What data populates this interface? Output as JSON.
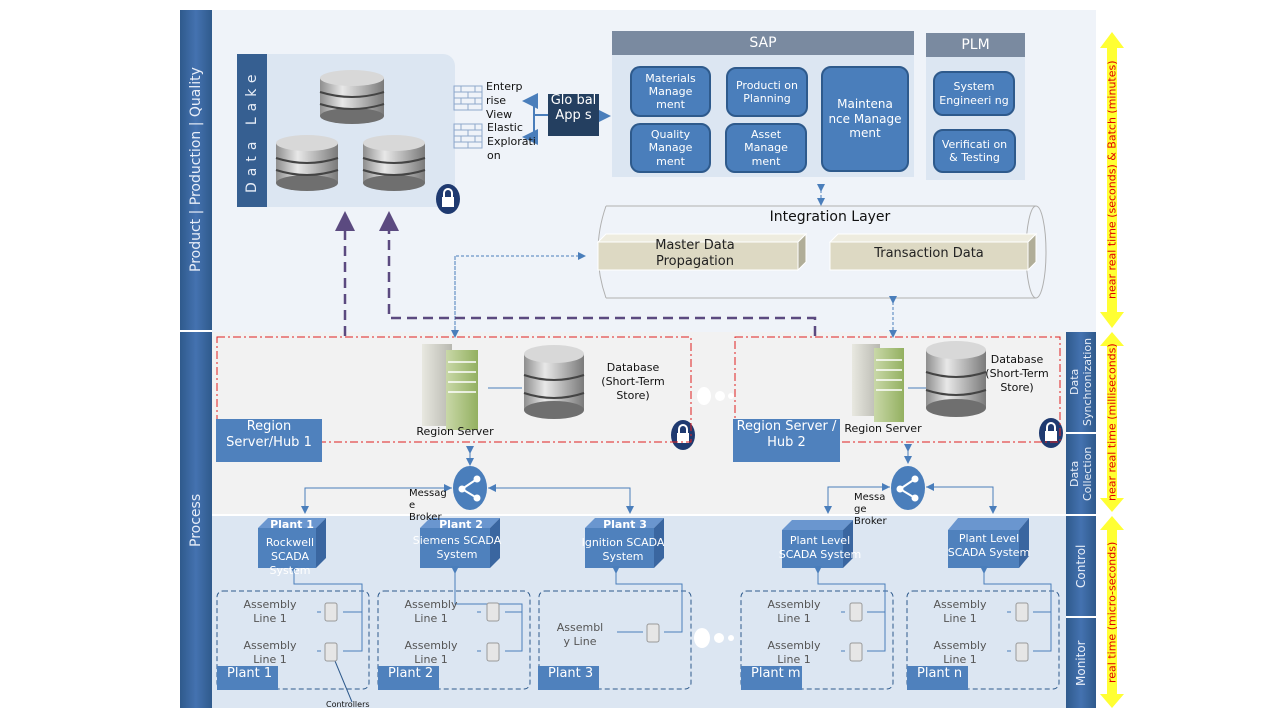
{
  "left_bands": {
    "top": "Product   |   Production   |   Quality",
    "bottom": "Process"
  },
  "data_lake": {
    "title": "Data Lake"
  },
  "enterprise": {
    "enterprise_view": "Enterp rise View",
    "elastic": "Elastic Explorati on",
    "global_apps": "Glo bal App s"
  },
  "sap": {
    "title": "SAP",
    "modules": [
      "Materials Manage ment",
      "Producti on Planning",
      "Maintena nce Manage ment",
      "Quality Manage ment",
      "Asset Manage ment"
    ]
  },
  "plm": {
    "title": "PLM",
    "modules": [
      "System Engineeri ng",
      "Verificati on & Testing"
    ]
  },
  "integration": {
    "title": "Integration Layer",
    "master": "Master Data Propagation",
    "transaction": "Transaction Data"
  },
  "regions": [
    {
      "hub": "Region Server/Hub 1",
      "server": "Region Server",
      "db": "Database (Short-Term Store)",
      "broker": "Messag e Broker"
    },
    {
      "hub": "Region Server / Hub 2",
      "server": "Region Server",
      "db": "Database (Short-Term Store)",
      "broker": "Messa ge Broker"
    }
  ],
  "plants": [
    {
      "cube_title": "Plant 1",
      "scada": "Rockwell SCADA System",
      "lines": [
        "Assembly Line 1",
        "Assembly Line 1"
      ],
      "tag": "Plant 1"
    },
    {
      "cube_title": "Plant 2",
      "scada": "Siemens SCADA System",
      "lines": [
        "Assembly Line 1",
        "Assembly Line 1"
      ],
      "tag": "Plant 2"
    },
    {
      "cube_title": "Plant 3",
      "scada": "Ignition SCADA System",
      "lines": [
        "Assembl y Line"
      ],
      "tag": "Plant 3"
    },
    {
      "cube_title": "",
      "scada": "Plant Level SCADA System",
      "lines": [
        "Assembly Line 1",
        "Assembly Line 1"
      ],
      "tag": "Plant m"
    },
    {
      "cube_title": "",
      "scada": "Plant Level SCADA System",
      "lines": [
        "Assembly Line 1",
        "Assembly Line 1"
      ],
      "tag": "Plant n"
    }
  ],
  "controllers_label": "Controllers",
  "right_bands": [
    "Data Synchronization",
    "Data Collection",
    "Control",
    "Monitor"
  ],
  "timing": [
    "near real time (seconds) & Batch (minutes)",
    "near real time (milliseconds)",
    "real time (micro-seconds)"
  ],
  "colors": {
    "band_blue": "#3a6699",
    "box_blue": "#4f81bd",
    "dark_navy": "#243f60",
    "lock_navy": "#1f3a70",
    "timing_yellow": "#ffff33",
    "timing_red": "#e00000",
    "region_border_red": "#e02020",
    "dashed_purple": "#5b4a80",
    "beige": "#ddd9c3"
  }
}
